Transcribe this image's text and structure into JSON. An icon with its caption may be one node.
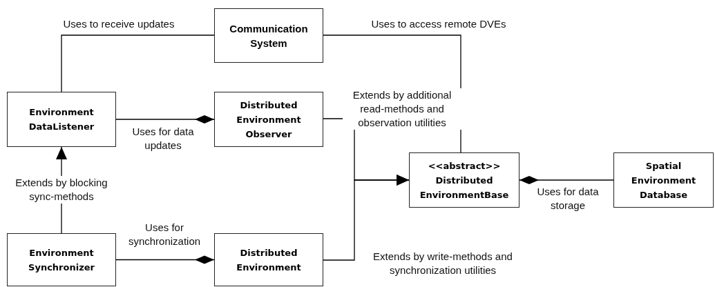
{
  "diagram": {
    "nodes": [
      {
        "text": [
          "Communication System"
        ]
      },
      {
        "text": [
          "Environment DataListener"
        ]
      },
      {
        "text": [
          "Distributed Environment Observer"
        ]
      },
      {
        "text": [
          "<<abstract>>",
          "Distributed EnvironmentBase"
        ]
      },
      {
        "text": [
          "Spatial Environment Database"
        ]
      },
      {
        "text": [
          "Environment Synchronizer"
        ]
      },
      {
        "text": [
          "Distributed Environment"
        ]
      }
    ],
    "edges": [
      {
        "from": 1,
        "to": 0,
        "arrow": "none",
        "label": "Uses to receive updates"
      },
      {
        "from": 0,
        "to": 3,
        "arrow": "none",
        "label": "Uses to access remote DVEs"
      },
      {
        "from": 1,
        "to": 2,
        "arrow": "other",
        "label": "Uses for data updates"
      },
      {
        "from": 2,
        "to": 3,
        "arrow": "to",
        "label": "Extends by additional read-methods and observation utilities"
      },
      {
        "from": 4,
        "to": 3,
        "arrow": "other",
        "label": "Uses for data storage"
      },
      {
        "from": 5,
        "to": 1,
        "arrow": "to",
        "label": "Extends by blocking sync-methods"
      },
      {
        "from": 5,
        "to": 6,
        "arrow": "other",
        "label": "Uses for synchronization"
      },
      {
        "from": 6,
        "to": 3,
        "arrow": "to",
        "label": "Extends by write-methods and synchronization utilities"
      }
    ]
  }
}
